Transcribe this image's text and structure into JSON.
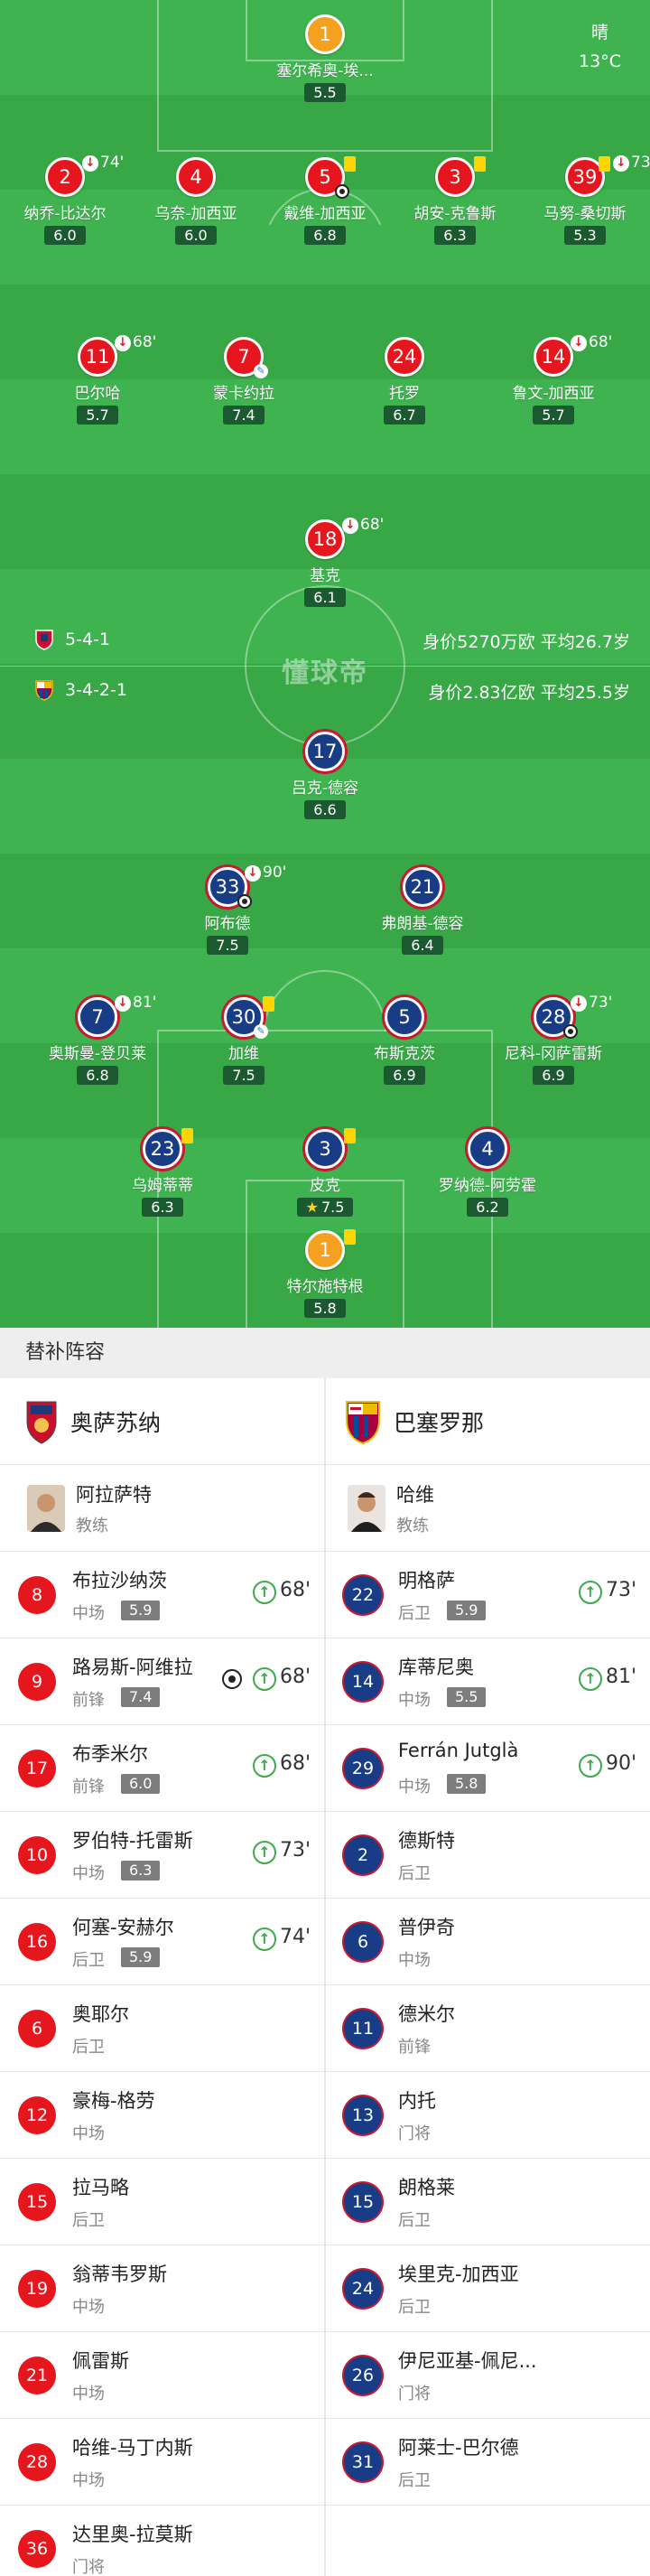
{
  "weather": {
    "condition": "晴",
    "temp": "13°C"
  },
  "watermark": "懂球帝",
  "home_team_info": {
    "formation": "5-4-1",
    "value": "身价5270万欧 平均26.7岁"
  },
  "away_team_info": {
    "formation": "3-4-2-1",
    "value": "身价2.83亿欧 平均25.5岁"
  },
  "pitch_players": [
    {
      "num": "1",
      "name": "塞尔希奥-埃...",
      "rating": "5.5",
      "side": "gk-home"
    },
    {
      "num": "2",
      "name": "纳乔-比达尔",
      "rating": "6.0",
      "side": "home",
      "sub": "74'"
    },
    {
      "num": "4",
      "name": "乌奈-加西亚",
      "rating": "6.0",
      "side": "home"
    },
    {
      "num": "5",
      "name": "戴维-加西亚",
      "rating": "6.8",
      "side": "home",
      "card": true,
      "ball": true
    },
    {
      "num": "3",
      "name": "胡安-克鲁斯",
      "rating": "6.3",
      "side": "home",
      "card": true
    },
    {
      "num": "39",
      "name": "马努-桑切斯",
      "rating": "5.3",
      "side": "home",
      "card": true,
      "sub": "73'"
    },
    {
      "num": "11",
      "name": "巴尔哈",
      "rating": "5.7",
      "side": "home",
      "sub": "68'"
    },
    {
      "num": "7",
      "name": "蒙卡约拉",
      "rating": "7.4",
      "side": "home",
      "inj": true
    },
    {
      "num": "24",
      "name": "托罗",
      "rating": "6.7",
      "side": "home"
    },
    {
      "num": "14",
      "name": "鲁文-加西亚",
      "rating": "5.7",
      "side": "home",
      "sub": "68'"
    },
    {
      "num": "18",
      "name": "基克",
      "rating": "6.1",
      "side": "home",
      "sub": "68'"
    },
    {
      "num": "17",
      "name": "吕克-德容",
      "rating": "6.6",
      "side": "away"
    },
    {
      "num": "33",
      "name": "阿布德",
      "rating": "7.5",
      "side": "away",
      "sub": "90'",
      "ball": true
    },
    {
      "num": "21",
      "name": "弗朗基-德容",
      "rating": "6.4",
      "side": "away"
    },
    {
      "num": "7",
      "name": "奥斯曼-登贝莱",
      "rating": "6.8",
      "side": "away",
      "sub": "81'"
    },
    {
      "num": "30",
      "name": "加维",
      "rating": "7.5",
      "side": "away",
      "card": true,
      "inj": true
    },
    {
      "num": "5",
      "name": "布斯克茨",
      "rating": "6.9",
      "side": "away"
    },
    {
      "num": "28",
      "name": "尼科-冈萨雷斯",
      "rating": "6.9",
      "side": "away",
      "sub": "73'",
      "ball": true
    },
    {
      "num": "23",
      "name": "乌姆蒂蒂",
      "rating": "6.3",
      "side": "away",
      "card": true
    },
    {
      "num": "3",
      "name": "皮克",
      "rating": "7.5",
      "side": "away",
      "card": true,
      "star": true
    },
    {
      "num": "4",
      "name": "罗纳德-阿劳霍",
      "rating": "6.2",
      "side": "away"
    },
    {
      "num": "1",
      "name": "特尔施特根",
      "rating": "5.8",
      "side": "gk-away",
      "card": true
    }
  ],
  "subs_title": "替补阵容",
  "home_team": {
    "name": "奥萨苏纳",
    "coach": {
      "name": "阿拉萨特",
      "role": "教练"
    },
    "subs": [
      {
        "num": "8",
        "name": "布拉沙纳茨",
        "pos": "中场",
        "rating": "5.9",
        "time": "68'"
      },
      {
        "num": "9",
        "name": "路易斯-阿维拉",
        "pos": "前锋",
        "rating": "7.4",
        "time": "68'",
        "ball": true
      },
      {
        "num": "17",
        "name": "布季米尔",
        "pos": "前锋",
        "rating": "6.0",
        "time": "68'"
      },
      {
        "num": "10",
        "name": "罗伯特-托雷斯",
        "pos": "中场",
        "rating": "6.3",
        "time": "73'"
      },
      {
        "num": "16",
        "name": "何塞-安赫尔",
        "pos": "后卫",
        "rating": "5.9",
        "time": "74'"
      },
      {
        "num": "6",
        "name": "奥耶尔",
        "pos": "后卫"
      },
      {
        "num": "12",
        "name": "豪梅-格劳",
        "pos": "中场"
      },
      {
        "num": "15",
        "name": "拉马略",
        "pos": "后卫"
      },
      {
        "num": "19",
        "name": "翁蒂韦罗斯",
        "pos": "中场"
      },
      {
        "num": "21",
        "name": "佩雷斯",
        "pos": "中场"
      },
      {
        "num": "28",
        "name": "哈维-马丁内斯",
        "pos": "中场"
      },
      {
        "num": "36",
        "name": "达里奥-拉莫斯",
        "pos": "门将"
      }
    ]
  },
  "away_team": {
    "name": "巴塞罗那",
    "coach": {
      "name": "哈维",
      "role": "教练"
    },
    "subs": [
      {
        "num": "22",
        "name": "明格萨",
        "pos": "后卫",
        "rating": "5.9",
        "time": "73'"
      },
      {
        "num": "14",
        "name": "库蒂尼奥",
        "pos": "中场",
        "rating": "5.5",
        "time": "81'"
      },
      {
        "num": "29",
        "name": "Ferrán Jutglà",
        "pos": "中场",
        "rating": "5.8",
        "time": "90'"
      },
      {
        "num": "2",
        "name": "德斯特",
        "pos": "后卫"
      },
      {
        "num": "6",
        "name": "普伊奇",
        "pos": "中场"
      },
      {
        "num": "11",
        "name": "德米尔",
        "pos": "前锋"
      },
      {
        "num": "13",
        "name": "内托",
        "pos": "门将"
      },
      {
        "num": "15",
        "name": "朗格莱",
        "pos": "后卫"
      },
      {
        "num": "24",
        "name": "埃里克-加西亚",
        "pos": "后卫"
      },
      {
        "num": "26",
        "name": "伊尼亚基-佩尼...",
        "pos": "门将"
      },
      {
        "num": "31",
        "name": "阿莱士-巴尔德",
        "pos": "后卫"
      }
    ]
  },
  "colors": {
    "pitch_light": "#3fb34f",
    "pitch_dark": "#38a847",
    "home": "#e5161d",
    "away": "#183d86"
  }
}
